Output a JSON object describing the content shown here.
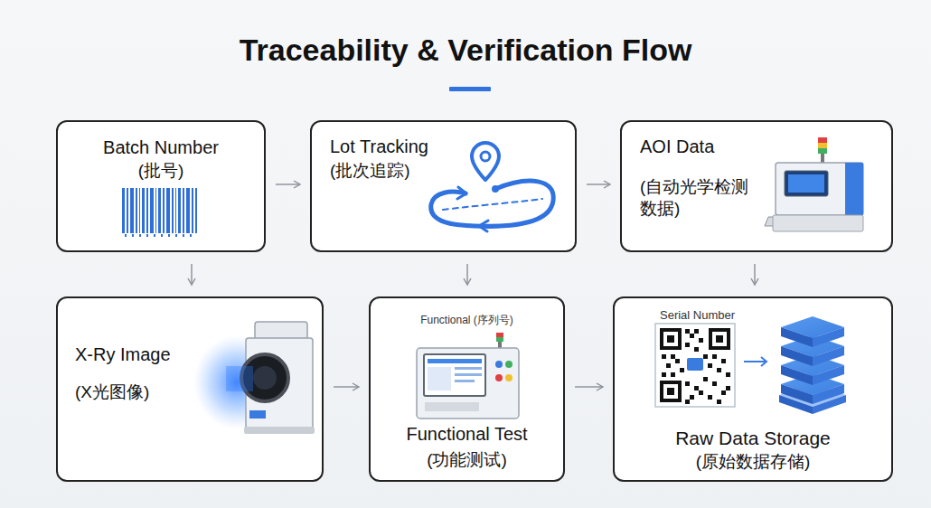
{
  "diagram": {
    "title": "Traceability & Verification Flow",
    "nodes": [
      {
        "text": [
          "Batch Number",
          "(批号)"
        ]
      },
      {
        "text": [
          "Lot Tracking",
          "(批次追踪)"
        ]
      },
      {
        "text": [
          "AOI Data",
          "(自动光学检测 数据)"
        ]
      },
      {
        "text": [
          "X-Ry Image",
          "(X光图像)"
        ]
      },
      {
        "text": [
          "Functional (序列号)",
          "Functional Test",
          "(功能测试)"
        ]
      },
      {
        "text": [
          "Serial Number",
          "Raw Data Storage",
          "(原始数据存储)"
        ]
      }
    ],
    "edges": [
      {
        "from": 0,
        "to": 1,
        "arrow": "to"
      },
      {
        "from": 1,
        "to": 2,
        "arrow": "to"
      },
      {
        "from": 0,
        "to": 3,
        "arrow": "to"
      },
      {
        "from": 1,
        "to": 4,
        "arrow": "to"
      },
      {
        "from": 2,
        "to": 5,
        "arrow": "to"
      },
      {
        "from": 3,
        "to": 4,
        "arrow": "to"
      },
      {
        "from": 4,
        "to": 5,
        "arrow": "to"
      }
    ]
  }
}
